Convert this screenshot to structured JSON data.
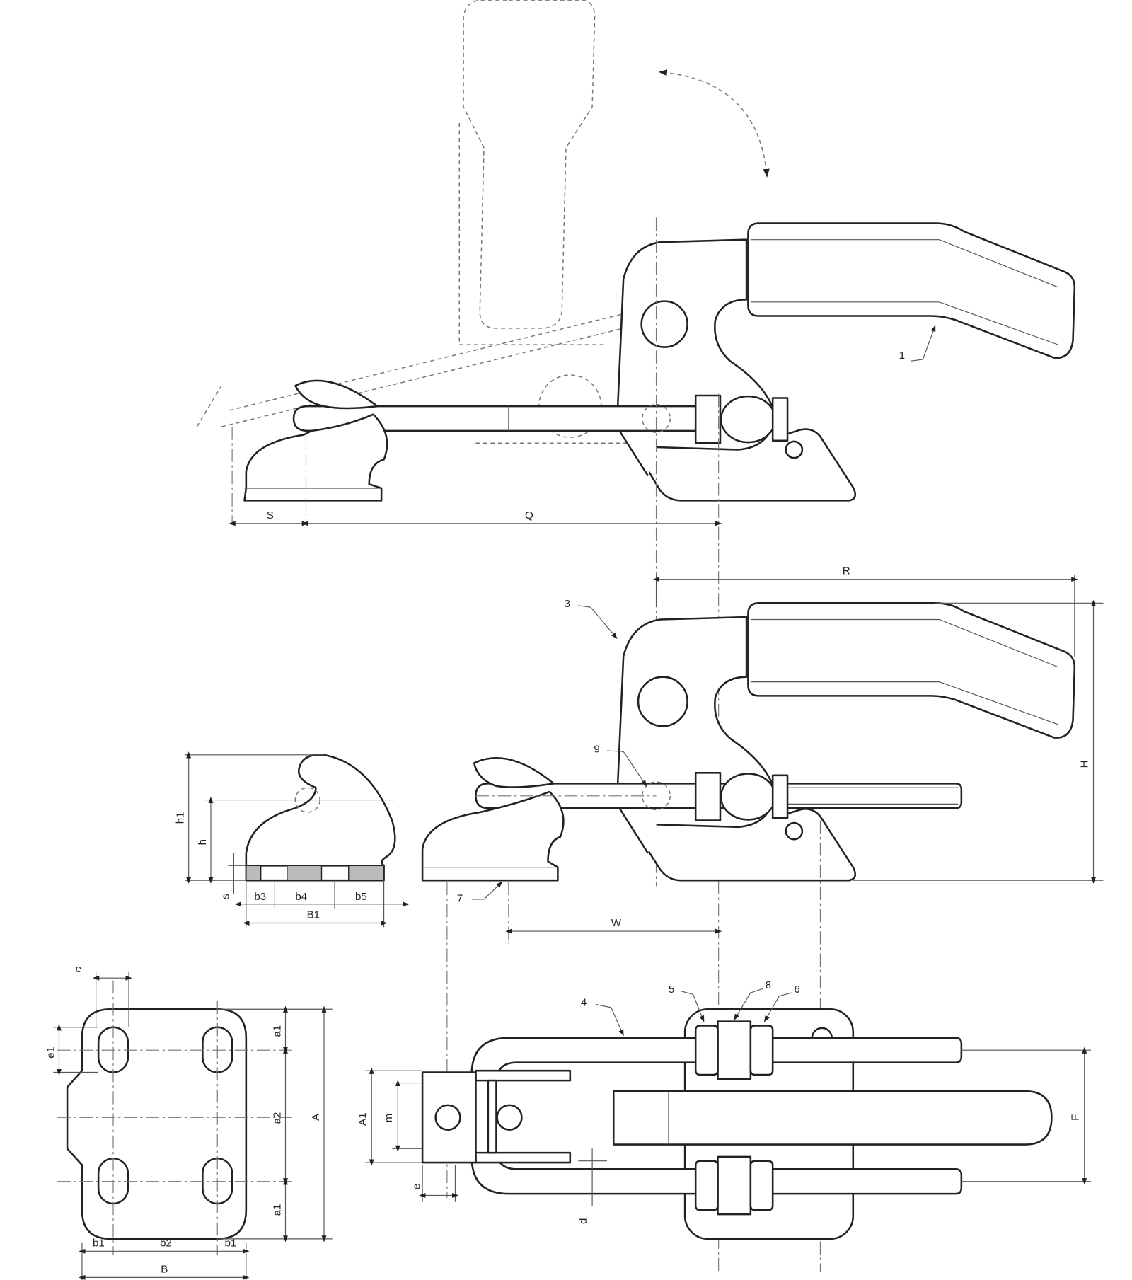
{
  "title": "Latch clamp technical drawing",
  "side_view_open": {
    "dimensions": {
      "s_offset": "S",
      "q": "Q"
    },
    "callouts": {
      "handle": "1"
    }
  },
  "side_view_closed": {
    "dimensions": {
      "r": "R",
      "h": "H",
      "w": "W"
    },
    "callouts": {
      "body": "3",
      "pin": "9",
      "catch": "7"
    }
  },
  "catch_side_detail": {
    "dimensions": {
      "h1": "h1",
      "h": "h",
      "s": "s",
      "b3": "b3",
      "b4": "b4",
      "b5": "b5",
      "b1_total": "B1"
    }
  },
  "catch_plan_view": {
    "dimensions": {
      "e": "e",
      "e1": "e1",
      "a1_top": "a1",
      "a2": "a2",
      "a1_bottom": "a1",
      "a": "A",
      "b1_left": "b1",
      "b2": "b2",
      "b1_right": "b1",
      "b": "B"
    }
  },
  "top_view": {
    "dimensions": {
      "a1": "A1",
      "m": "m",
      "f": "F",
      "e": "e",
      "d": "d"
    },
    "callouts": {
      "u_bolt": "4",
      "nut_left": "5",
      "washer": "8",
      "nut_right": "6"
    }
  }
}
